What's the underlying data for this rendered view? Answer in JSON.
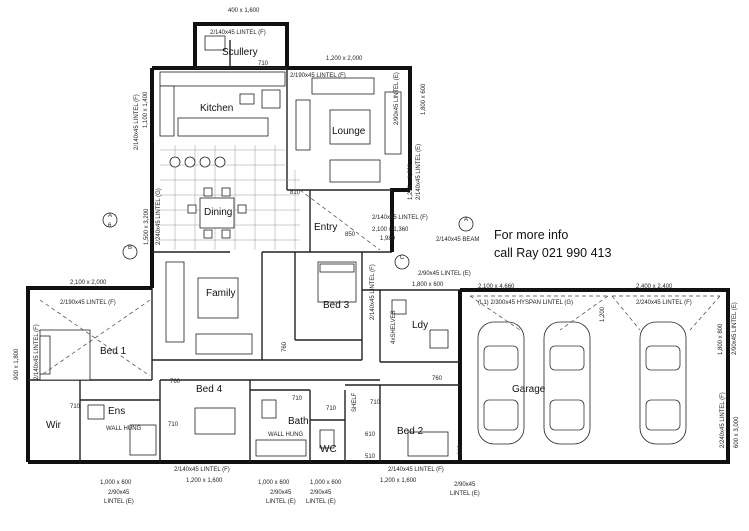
{
  "rooms": {
    "scullery": "Scullery",
    "kitchen": "Kitchen",
    "lounge": "Lounge",
    "dining": "Dining",
    "entry": "Entry",
    "family": "Family",
    "bed3": "Bed 3",
    "bed1": "Bed 1",
    "bed4": "Bed 4",
    "bed2": "Bed 2",
    "bath": "Bath",
    "wc": "WC",
    "ens": "Ens",
    "wir": "Wir",
    "ldy": "Ldy",
    "garage": "Garage"
  },
  "info": {
    "line1": "For more info",
    "line2": "call Ray 021 990 413"
  },
  "dims": {
    "top_window": "400 x 1,600",
    "scullery_lintel": "2/140x45 LINTEL (F)",
    "scullery_710": "710",
    "lounge_window": "1,200 x 2,000",
    "lounge_lintel": "2/190x45 LINTEL (F)",
    "kitchen_lintel_v": "2/140x45 LINTEL (F)",
    "kitchen_win_v": "1,100 x 1,400",
    "dining_win_v": "1,500 x 3,200",
    "dining_lintel_v": "2/240x45 LINTEL (G)",
    "lounge_side_lintel_v": "2/90x45 LINTEL (E)",
    "lounge_side_win_v": "1,800 x 600",
    "lounge_right_win_v": "1,200 x 1,600",
    "lounge_right_lintel_v": "2/140x45 LINTEL (E)",
    "entry_lintel": "2/140x45 LINTEL (F)",
    "entry_door": "2,100 x 1,360",
    "entry_1980": "1,980",
    "entry_beam": "2/140x45 BEAM",
    "door_810": "810",
    "door_850": "850",
    "lintel_e_90": "2/90x45 LINTEL (E)",
    "win_1800x600": "1,800 x 600",
    "bed3_lintel_v": "2/140x45 LINTEL (F)",
    "shelves": "4xSHELVES",
    "family_window": "2,100 x 2,000",
    "bed1_lintel": "2/190x45 LINTEL (F)",
    "bed1_side_v": "2/140x45 LINTEL (F)",
    "bed1_side_win_v": "900 x 1,800",
    "door_760": "760",
    "door_710": "710",
    "wall_hung": "WALL HUNG",
    "shelf": "SHELF",
    "d610": "610",
    "d510": "510",
    "garage_door_1": "2,100 x 4,660",
    "garage_lintel_1": "(L1) 2/300x45 HYSPAN LINTEL (G)",
    "garage_door_2": "2,400 x 2,400",
    "garage_lintel_2": "2/240x45 LINTEL (F)",
    "d1200": "1,200",
    "garage_side_v": "1,800 x 800",
    "garage_side_lintel_v": "2/90x45 LINTEL (E)",
    "garage_rear_v": "600 x 3,000",
    "garage_rear_lintel_v": "2/240x45 LINTEL (F)",
    "bed4_lintel": "2/140x45 LINTEL (F)",
    "bed2_lintel": "2/140x45 LINTEL (F)",
    "bottom_win_1": "1,000 x 600",
    "bottom_lintel_1": "2/90x45",
    "bottom_lintel_1b": "LINTEL (E)",
    "bottom_win_2": "1,200 x 1,600",
    "bottom_win_3": "1,000 x 600",
    "bottom_win_4": "1,000 x 600",
    "bottom_lintel_3": "2/90x45",
    "bottom_lintel_3b": "LINTEL (E)",
    "bottom_lintel_4": "2/90x45",
    "bottom_lintel_4b": "LINTEL (E)",
    "bottom_win_5": "1,200 x 1,600",
    "bottom_lintel_5": "2/90x45",
    "bottom_lintel_5b": "LINTEL (E)",
    "d810": "810",
    "sec_A": "A",
    "sec_B": "B",
    "sec_C": "C",
    "sec_6": "6"
  }
}
